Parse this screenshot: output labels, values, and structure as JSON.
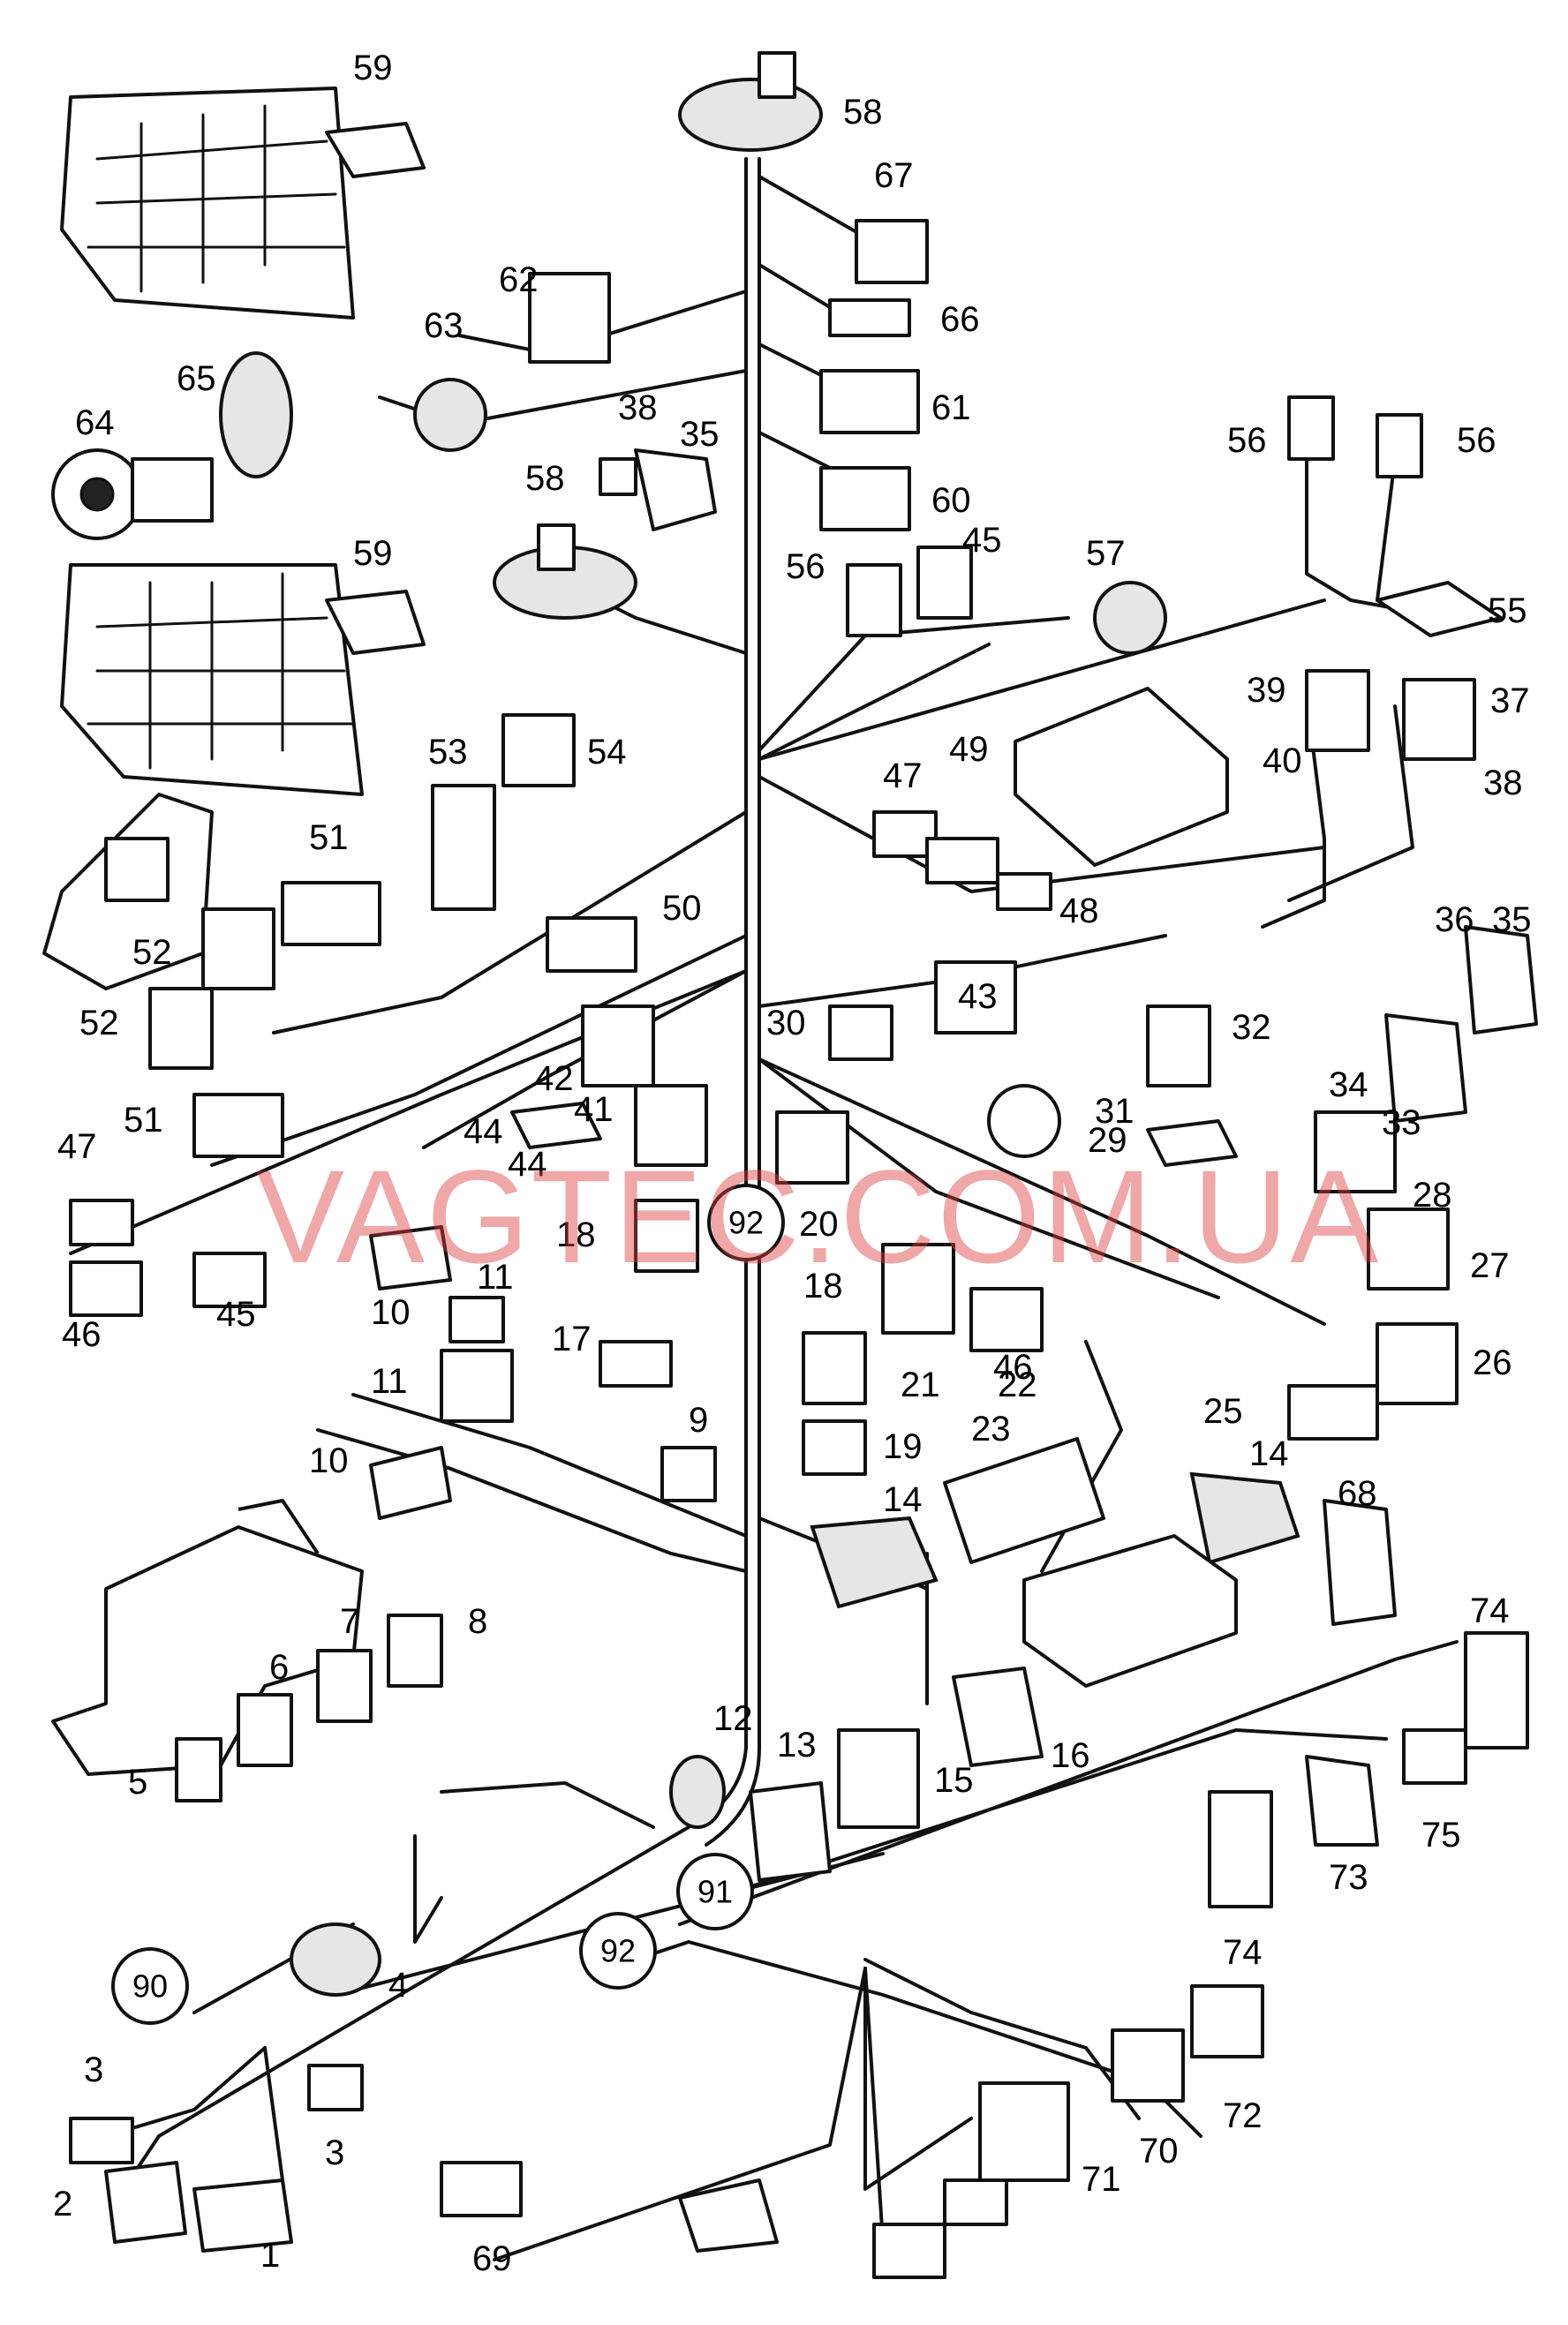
{
  "watermark": "VAGTEC.COM.UA",
  "watermark_color": "#dc3c3c",
  "callouts": [
    {
      "id": "c90",
      "text": "90"
    },
    {
      "id": "c91",
      "text": "91"
    },
    {
      "id": "c92a",
      "text": "92"
    },
    {
      "id": "c92b",
      "text": "92"
    }
  ],
  "part_labels": [
    {
      "id": "l1",
      "text": "1"
    },
    {
      "id": "l2",
      "text": "2"
    },
    {
      "id": "l3a",
      "text": "3"
    },
    {
      "id": "l3b",
      "text": "3"
    },
    {
      "id": "l4",
      "text": "4"
    },
    {
      "id": "l5",
      "text": "5"
    },
    {
      "id": "l6",
      "text": "6"
    },
    {
      "id": "l7",
      "text": "7"
    },
    {
      "id": "l8",
      "text": "8"
    },
    {
      "id": "l9",
      "text": "9"
    },
    {
      "id": "l10a",
      "text": "10"
    },
    {
      "id": "l10b",
      "text": "10"
    },
    {
      "id": "l11a",
      "text": "11"
    },
    {
      "id": "l11b",
      "text": "11"
    },
    {
      "id": "l12",
      "text": "12"
    },
    {
      "id": "l13",
      "text": "13"
    },
    {
      "id": "l14a",
      "text": "14"
    },
    {
      "id": "l14b",
      "text": "14"
    },
    {
      "id": "l15",
      "text": "15"
    },
    {
      "id": "l16",
      "text": "16"
    },
    {
      "id": "l17",
      "text": "17"
    },
    {
      "id": "l18a",
      "text": "18"
    },
    {
      "id": "l18b",
      "text": "18"
    },
    {
      "id": "l19",
      "text": "19"
    },
    {
      "id": "l20",
      "text": "20"
    },
    {
      "id": "l21",
      "text": "21"
    },
    {
      "id": "l22",
      "text": "22"
    },
    {
      "id": "l23",
      "text": "23"
    },
    {
      "id": "l25",
      "text": "25"
    },
    {
      "id": "l26",
      "text": "26"
    },
    {
      "id": "l27",
      "text": "27"
    },
    {
      "id": "l28",
      "text": "28"
    },
    {
      "id": "l29",
      "text": "29"
    },
    {
      "id": "l30",
      "text": "30"
    },
    {
      "id": "l31",
      "text": "31"
    },
    {
      "id": "l32",
      "text": "32"
    },
    {
      "id": "l33",
      "text": "33"
    },
    {
      "id": "l34",
      "text": "34"
    },
    {
      "id": "l35a",
      "text": "35"
    },
    {
      "id": "l35b",
      "text": "35"
    },
    {
      "id": "l36",
      "text": "36"
    },
    {
      "id": "l37",
      "text": "37"
    },
    {
      "id": "l38a",
      "text": "38"
    },
    {
      "id": "l38b",
      "text": "38"
    },
    {
      "id": "l39",
      "text": "39"
    },
    {
      "id": "l40",
      "text": "40"
    },
    {
      "id": "l41",
      "text": "41"
    },
    {
      "id": "l42",
      "text": "42"
    },
    {
      "id": "l43",
      "text": "43"
    },
    {
      "id": "l44a",
      "text": "44"
    },
    {
      "id": "l44b",
      "text": "44"
    },
    {
      "id": "l45a",
      "text": "45"
    },
    {
      "id": "l45b",
      "text": "45"
    },
    {
      "id": "l46a",
      "text": "46"
    },
    {
      "id": "l46b",
      "text": "46"
    },
    {
      "id": "l47a",
      "text": "47"
    },
    {
      "id": "l47b",
      "text": "47"
    },
    {
      "id": "l48",
      "text": "48"
    },
    {
      "id": "l49",
      "text": "49"
    },
    {
      "id": "l50",
      "text": "50"
    },
    {
      "id": "l51a",
      "text": "51"
    },
    {
      "id": "l51b",
      "text": "51"
    },
    {
      "id": "l52a",
      "text": "52"
    },
    {
      "id": "l52b",
      "text": "52"
    },
    {
      "id": "l53",
      "text": "53"
    },
    {
      "id": "l54",
      "text": "54"
    },
    {
      "id": "l55",
      "text": "55"
    },
    {
      "id": "l56a",
      "text": "56"
    },
    {
      "id": "l56b",
      "text": "56"
    },
    {
      "id": "l56c",
      "text": "56"
    },
    {
      "id": "l57",
      "text": "57"
    },
    {
      "id": "l58a",
      "text": "58"
    },
    {
      "id": "l58b",
      "text": "58"
    },
    {
      "id": "l59a",
      "text": "59"
    },
    {
      "id": "l59b",
      "text": "59"
    },
    {
      "id": "l60",
      "text": "60"
    },
    {
      "id": "l61",
      "text": "61"
    },
    {
      "id": "l62",
      "text": "62"
    },
    {
      "id": "l63",
      "text": "63"
    },
    {
      "id": "l64",
      "text": "64"
    },
    {
      "id": "l65",
      "text": "65"
    },
    {
      "id": "l66",
      "text": "66"
    },
    {
      "id": "l67",
      "text": "67"
    },
    {
      "id": "l68",
      "text": "68"
    },
    {
      "id": "l69",
      "text": "69"
    },
    {
      "id": "l70",
      "text": "70"
    },
    {
      "id": "l71",
      "text": "71"
    },
    {
      "id": "l72",
      "text": "72"
    },
    {
      "id": "l73",
      "text": "73"
    },
    {
      "id": "l74a",
      "text": "74"
    },
    {
      "id": "l74b",
      "text": "74"
    },
    {
      "id": "l75",
      "text": "75"
    }
  ]
}
